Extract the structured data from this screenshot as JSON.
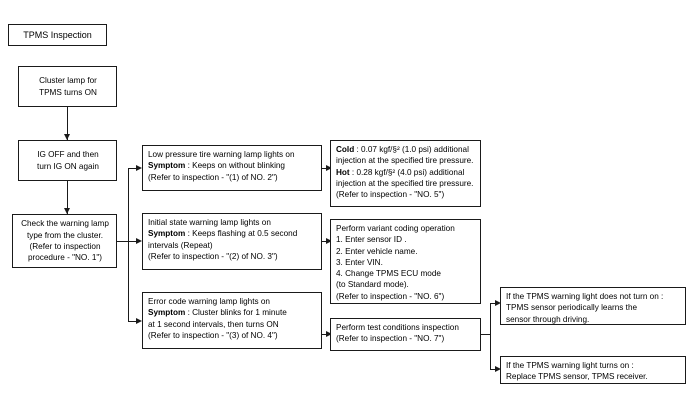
{
  "diagram": {
    "title": "TPMS Inspection",
    "nodes": {
      "cluster_lamp": "Cluster lamp for\nTPMS turns ON",
      "ig_off_on": "IG OFF and then\nturn IG ON again",
      "check_warning_lamp": "Check the warning lamp\ntype from the cluster.\n(Refer to inspection\nprocedure - \"NO. 1\")",
      "low_pressure": {
        "line1": "Low pressure tire warning lamp lights on",
        "symptom_label": "Symptom",
        "symptom_text": " : Keeps on without blinking",
        "refer": "(Refer to inspection - \"(1) of NO. 2\")"
      },
      "initial_state": {
        "line1": "Initial  state warning lamp lights on",
        "symptom_label": "Symptom",
        "symptom_text": " :  Keeps flashing at 0.5 second",
        "line3": "intervals (Repeat)",
        "refer": "(Refer to inspection - \"(2) of NO. 3\")"
      },
      "error_code": {
        "line1": "Error code warning  lamp lights on",
        "symptom_label": "Symptom",
        "symptom_text": " : Cluster blinks for 1 minute",
        "line3": "at 1 second intervals, then turns ON",
        "refer": "(Refer to inspection - \"(3) of NO. 4\")"
      },
      "pressure_spec": {
        "cold_label": "Cold",
        "cold_text": " : 0.07 kgf/§² (1.0 psi) additional",
        "cold_line2": "injection at the specified tire pressure.",
        "hot_label": "Hot",
        "hot_text": " : 0.28 kgf/§² (4.0 psi) additional",
        "hot_line2": "injection at the specified tire pressure.",
        "refer": "(Refer to inspection - \"NO. 5\")"
      },
      "variant_coding": {
        "heading": "Perform variant coding operation",
        "steps": [
          "1. Enter sensor ID .",
          "2. Enter vehicle name.",
          "3. Enter VIN.",
          "4. Change TPMS ECU mode",
          "   (to Standard mode)."
        ],
        "refer": "(Refer to inspection - \"NO. 6\")"
      },
      "test_conditions": {
        "heading": "Perform test conditions inspection",
        "refer": "(Refer to inspection - \"NO. 7\")"
      },
      "light_not_on": "If the TPMS warning light does not turn on :\nTPMS sensor periodically learns the\nsensor through driving.",
      "light_on": "If the TPMS warning light turns on :\nReplace TPMS sensor, TPMS receiver."
    },
    "colors": {
      "stroke": "#1a1a1a",
      "background": "#ffffff",
      "text": "#000000"
    }
  }
}
